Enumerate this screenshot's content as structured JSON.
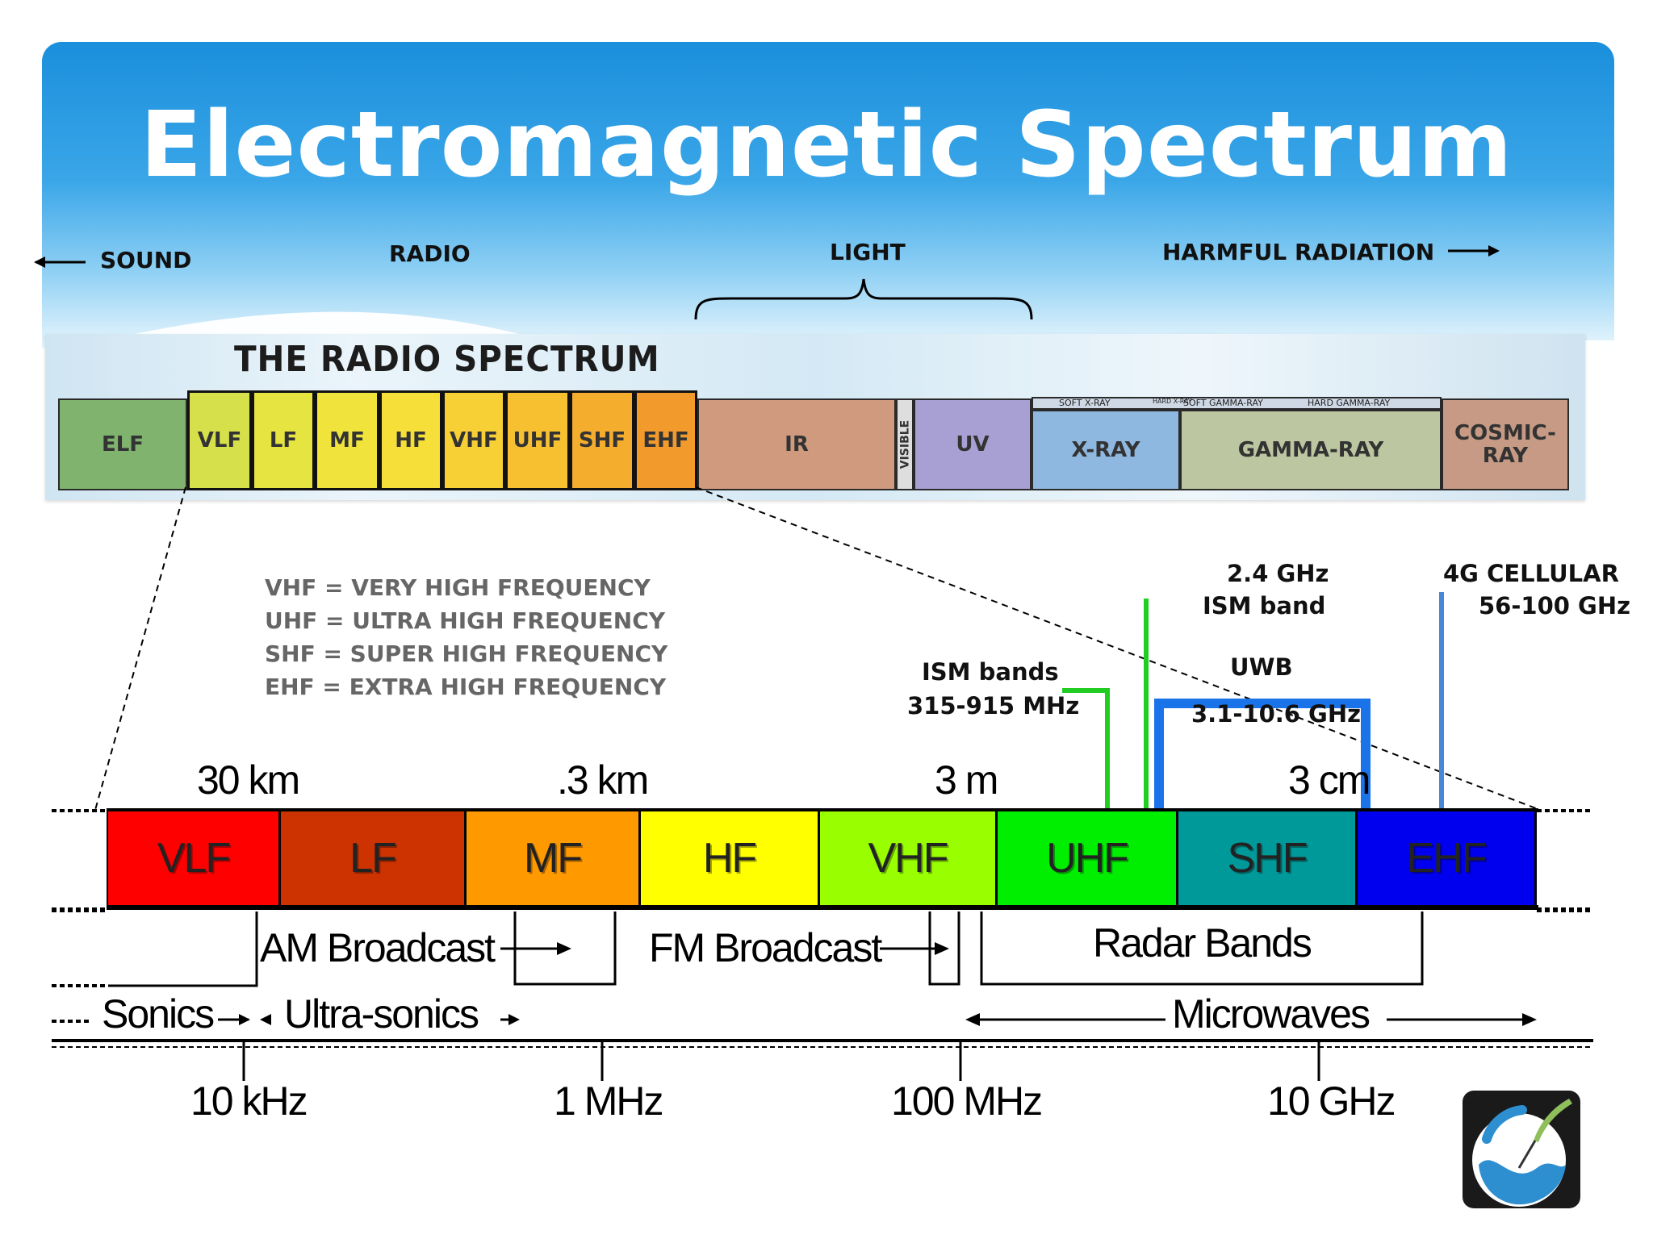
{
  "title": "Electromagnetic Spectrum",
  "regions": {
    "sound": "SOUND",
    "radio": "RADIO",
    "light": "LIGHT",
    "harmful": "HARMFUL RADIATION"
  },
  "radio_spectrum": {
    "title": "THE  RADIO  SPECTRUM",
    "bands": [
      {
        "label": "ELF",
        "color": "#7fb36e"
      },
      {
        "label": "VLF",
        "color": "#d6e04a"
      },
      {
        "label": "LF",
        "color": "#e6e440"
      },
      {
        "label": "MF",
        "color": "#f0e33c"
      },
      {
        "label": "HF",
        "color": "#f5df38"
      },
      {
        "label": "VHF",
        "color": "#f6d034"
      },
      {
        "label": "UHF",
        "color": "#f6c030"
      },
      {
        "label": "SHF",
        "color": "#f5ad2e"
      },
      {
        "label": "EHF",
        "color": "#f29a2c"
      },
      {
        "label": "IR",
        "color": "#cf9a7e"
      },
      {
        "label": "VISIBLE",
        "color": "#dedede"
      },
      {
        "label": "UV",
        "color": "#a8a0d2"
      },
      {
        "label": "X-RAY",
        "color": "#8fb8e0"
      },
      {
        "label": "GAMMA-RAY",
        "color": "#bcc6a0"
      },
      {
        "label": "COSMIC-RAY",
        "color": "#c69a84"
      }
    ],
    "sub_labels": {
      "soft_xray": "SOFT X-RAY",
      "hard_xray": "HARD X-RAY",
      "soft_gamma": "SOFT GAMMA-RAY",
      "hard_gamma": "HARD GAMMA-RAY"
    }
  },
  "abbreviations": [
    "VHF = VERY HIGH FREQUENCY",
    "UHF = ULTRA HIGH FREQUENCY",
    "SHF = SUPER HIGH FREQUENCY",
    "EHF = EXTRA HIGH FREQUENCY"
  ],
  "annotations": {
    "ism_bands": "ISM bands",
    "ism_range": "315-915 MHz",
    "ism24_freq": "2.4 GHz",
    "ism24_band": "ISM band",
    "uwb": "UWB",
    "uwb_range": "3.1-10.6 GHz",
    "cell": "4G CELLULAR",
    "cell_range": "56-100 GHz"
  },
  "distance_labels": [
    "30 km",
    ".3 km",
    "3 m",
    "3 cm"
  ],
  "bottom_bands": [
    {
      "label": "VLF",
      "color": "#ff0000"
    },
    {
      "label": "LF",
      "color": "#cc3300"
    },
    {
      "label": "MF",
      "color": "#ff9900"
    },
    {
      "label": "HF",
      "color": "#ffff00"
    },
    {
      "label": "VHF",
      "color": "#99ff00"
    },
    {
      "label": "UHF",
      "color": "#00ee00"
    },
    {
      "label": "SHF",
      "color": "#009999"
    },
    {
      "label": "EHF",
      "color": "#0000ee"
    }
  ],
  "uses": {
    "am": "AM Broadcast",
    "fm": "FM Broadcast",
    "radar": "Radar Bands",
    "sonics": "Sonics",
    "ultrasonics": "Ultra-sonics",
    "microwaves": "Microwaves"
  },
  "frequency_labels": [
    "10 kHz",
    "1 MHz",
    "100 MHz",
    "10 GHz"
  ],
  "colors": {
    "ism_line": "#22cc22",
    "uwb_bracket": "#1a73e8",
    "cell_line": "#4a86d8",
    "banner_top": "#1b8fdc",
    "banner_bottom": "#e9f6fd"
  }
}
